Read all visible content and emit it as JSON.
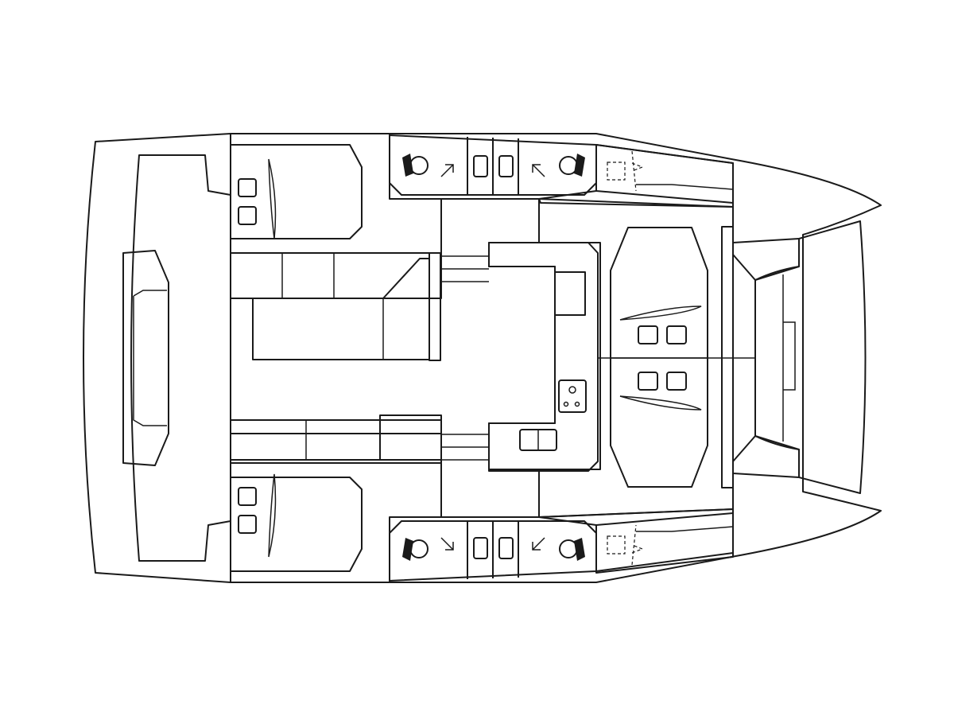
{
  "colors": {
    "background": "#ffffff",
    "outline": "#1a1a1a",
    "cabin": "#a7d9e7",
    "berth": "#87bccb",
    "saloon": "#f9d88e",
    "head": "#cfe0a3",
    "deck": "#bba891",
    "white": "#ffffff"
  },
  "zones": {
    "hulls": "hull-outline",
    "trampoline": "trampoline-area",
    "aft_deck": "aft-deck",
    "cockpit": "cockpit",
    "cabins": "cabin-areas",
    "berths": "berth-areas",
    "saloon": "saloon",
    "galley": "galley",
    "heads": "head-compartments",
    "forward_berths": "forward-berths"
  }
}
